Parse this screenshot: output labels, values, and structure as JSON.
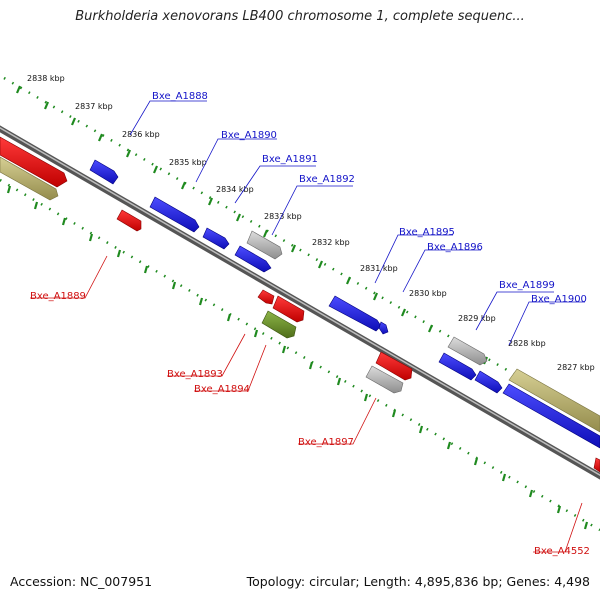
{
  "title": "Burkholderia xenovorans LB400 chromosome 1, complete sequenc...",
  "footer": {
    "accession": "Accession: NC_007951",
    "summary": "Topology: circular; Length: 4,895,836 bp; Genes: 4,498"
  },
  "colors": {
    "forward_gene": "#1a1ad8",
    "reverse_gene": "#e01010",
    "rna_gene": "#a8a8a8",
    "khaki_feature": "#b8b070",
    "olive_feature": "#6a8a28",
    "tick_green": "#1f8a1f",
    "axis_gray": "#666666",
    "label_forward": "#1414c8",
    "label_reverse": "#d01010"
  },
  "scale_ticks": [
    "2838 kbp",
    "2837 kbp",
    "2836 kbp",
    "2835 kbp",
    "2834 kbp",
    "2833 kbp",
    "2832 kbp",
    "2831 kbp",
    "2830 kbp",
    "2829 kbp",
    "2828 kbp",
    "2827 kbp"
  ],
  "forward_labels": [
    "Bxe_A1888",
    "Bxe_A1890",
    "Bxe_A1891",
    "Bxe_A1892",
    "Bxe_A1895",
    "Bxe_A1896",
    "Bxe_A1899",
    "Bxe_A1900"
  ],
  "reverse_labels": [
    "Bxe_A1889",
    "Bxe_A1893",
    "Bxe_A1894",
    "Bxe_A1897",
    "Bxe_A4552"
  ]
}
